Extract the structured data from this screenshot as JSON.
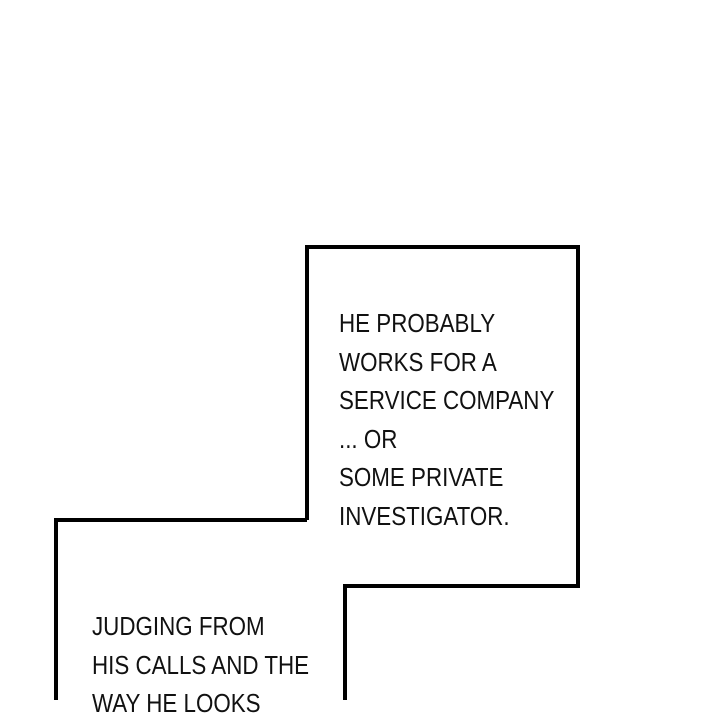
{
  "panels": [
    {
      "lines": [
        "HE PROBABLY",
        "WORKS FOR A",
        "SERVICE COMPANY",
        "... OR",
        "SOME PRIVATE",
        "INVESTIGATOR."
      ]
    },
    {
      "lines": [
        "JUDGING FROM",
        "HIS CALLS AND THE",
        "WAY HE LOOKS"
      ]
    }
  ],
  "colors": {
    "border": "#000000",
    "background": "#ffffff"
  }
}
